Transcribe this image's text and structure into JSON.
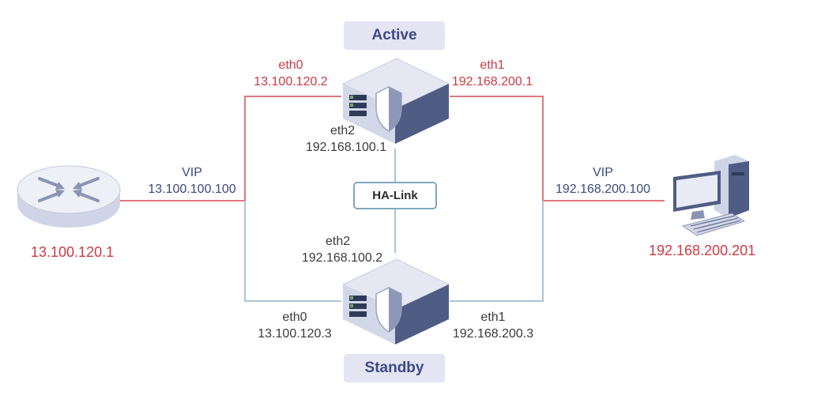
{
  "roles": {
    "active": "Active",
    "standby": "Standby"
  },
  "ha_link": "HA-Link",
  "active_fw": {
    "eth0": {
      "name": "eth0",
      "ip": "13.100.120.2"
    },
    "eth1": {
      "name": "eth1",
      "ip": "192.168.200.1"
    },
    "eth2": {
      "name": "eth2",
      "ip": "192.168.100.1"
    }
  },
  "standby_fw": {
    "eth0": {
      "name": "eth0",
      "ip": "13.100.120.3"
    },
    "eth1": {
      "name": "eth1",
      "ip": "192.168.200.3"
    },
    "eth2": {
      "name": "eth2",
      "ip": "192.168.100.2"
    }
  },
  "vip_left": {
    "title": "VIP",
    "ip": "13.100.100.100"
  },
  "vip_right": {
    "title": "VIP",
    "ip": "192.168.200.100"
  },
  "router": {
    "ip": "13.100.120.1"
  },
  "pc": {
    "ip": "192.168.200.201"
  },
  "colors": {
    "active_line": "#e0767c",
    "standby_line": "#a9c6d8",
    "ip_red": "#cc3a44",
    "vip_blue": "#3b4a7c"
  }
}
